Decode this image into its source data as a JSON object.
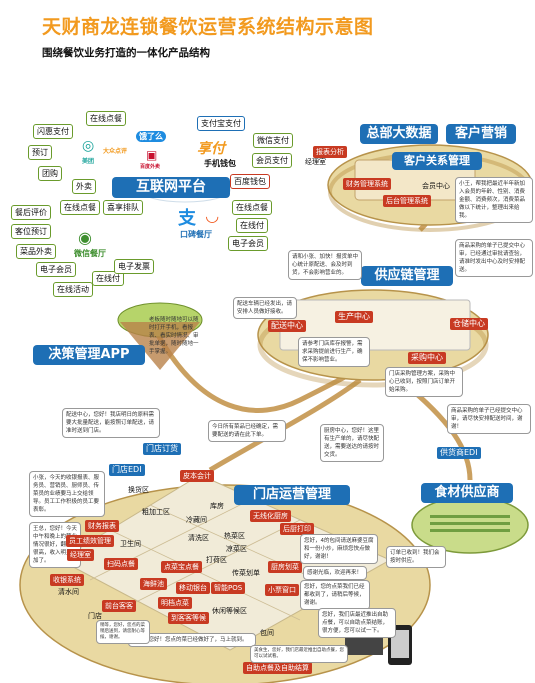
{
  "header": {
    "title": "天财商龙连锁餐饮运营系统结构示意图",
    "subtitle": "围绕餐饮业务打造的一体化产品结构"
  },
  "internet": {
    "title": "互联网平台",
    "left_items": [
      "闪惠支付",
      "在线点餐",
      "预订",
      "团购",
      "外卖"
    ],
    "brands": [
      "美团",
      "大众点评",
      "饿了么",
      "百度外卖"
    ],
    "payment_items": [
      "支付宝支付",
      "微信支付",
      "会员支付",
      "百度钱包"
    ],
    "shangfu": "享付",
    "wallet": "手机钱包",
    "wechat_items": [
      "餐后评价",
      "在线点餐",
      "客位预订",
      "喜享排队",
      "菜品外卖",
      "电子会员",
      "在线付",
      "在线活动",
      "电子发票"
    ],
    "wechat": "微信餐厅",
    "koubei": "口碑餐厅",
    "koubei_items": [
      "在线点餐",
      "在线付",
      "电子会员"
    ],
    "zhi": "支"
  },
  "decision": {
    "title": "决策管理APP",
    "note": "老板随时随地可以随时打开手机，看报表、看实时情况、审批单据，随时随地一手掌握。"
  },
  "hq": {
    "bigdata": "总部大数据",
    "marketing": "客户营销",
    "crm": "客户关系管理",
    "tags": [
      "报表分析",
      "财务管理系统",
      "后台管理系统",
      "会员中心"
    ],
    "persons": [
      "经理室"
    ],
    "note": "小王，帮我把最近半年新加入会员的年龄、性别、消费金额、消费频次，消费菜品做以下统计，整理出来给我。"
  },
  "supply": {
    "title": "供应链管理",
    "tags": [
      "配送中心",
      "生产中心",
      "仓储中心",
      "采购中心"
    ],
    "note1": "请和小张、加快！报货单中心统计原配送、会及时到货，不会影响营业的。",
    "note2": "商品采购的单子已提交中心审，已经通过审批请查验，请准时发出中心及时安排配送。",
    "note3": "配送车辆已经发出，请安排人员做好接收。",
    "note4": "请参考门店库存报警，需求采购提前进行生产，确保不影响营业。",
    "note5": "门店采购管理方案，采购中心已收到，按照门店订单开始采购。"
  },
  "store": {
    "title": "门店运营管理",
    "ordering": "门店订货",
    "edi": "门店EDI",
    "tags": [
      "收银系统",
      "财务报表",
      "员工绩效管理",
      "经理室",
      "扫码点餐",
      "前台客客",
      "海鲜池",
      "明档点菜",
      "点菜宝点餐",
      "移动银台",
      "智能POS",
      "小票窗口",
      "客客等位",
      "到客客等候",
      "休闲等候区",
      "包间",
      "自助点餐及自助结算",
      "后厨打印",
      "厨房划菜",
      "无线化厨房",
      "皮本会计",
      "门店"
    ],
    "labels": [
      "换货区",
      "粗加工区",
      "冷藏间",
      "库房",
      "热菜区",
      "凉菜区",
      "清洗区",
      "传菜划单",
      "打荷区",
      "卫生间",
      "清水间"
    ],
    "note1": "配送中心，您好！我店明日的原料需要大批量配送，能按照订单配送，请准时送到门店。",
    "note2": "今日所有菜品已经确定，需要配送的请在此下单。",
    "note3": "小张，今天的收银报表、服务员、营销员、厨师员、传菜员的业绩要马上交给领导。员工工作积极的员工要表彰。",
    "note4": "王总，您好！今天中午和晚上的营业情况很好，翻台率很高，收入明显增加了。",
    "note5": "厨房中心，您好！这里有生产单的，请尽快配送，需要送达的请按时交货。",
    "note6": "您好，4的包间请送麻婆豆腐和一份小炒，麻烦您快点做好，谢谢！",
    "note7": "您好，您的点菜我们已经都收到了，请稍后等候，谢谢。",
    "note8": "您好，我们店最近推出自助点餐，可以自助点菜结账，很方便，您可以试一下。",
    "note9": "美食生，您好，我们店最近推出自助点餐，您可以试试看。",
    "note10": "先生，您好！您点的菜已经做好了，马上就到。",
    "note11": "感谢光临，欢迎再来！",
    "note12": "稍等，您好，您点的菜稍后送到，请您耐心等候，谢谢。"
  },
  "food": {
    "title": "食材供应商",
    "edi": "供货商EDI",
    "note1": "商品采购的单子已经提交中心审，请尽快安排配送时间，谢谢！",
    "note2": "订单已收到！我们会按时供应。"
  },
  "colors": {
    "orange": "#f29a1f",
    "blue": "#1e6fb5",
    "green": "#3f8f2f",
    "red": "#c83a22",
    "island": "#e9d9a2"
  }
}
